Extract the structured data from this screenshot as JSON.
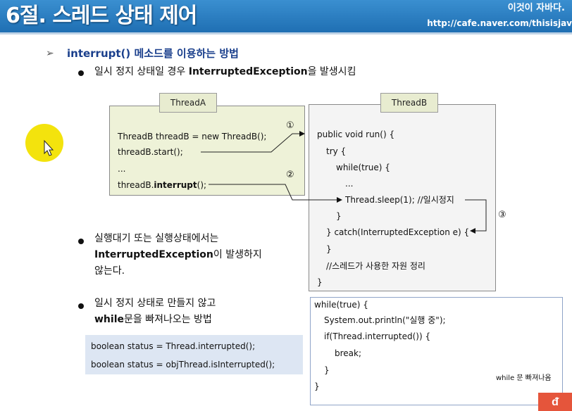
{
  "header": {
    "title": "6절. 스레드 상태 제어",
    "tagline": "이것이 자바다.",
    "url": "http://cafe.naver.com/thisisjav"
  },
  "heading": {
    "arrow": "➢",
    "text": "interrupt() 메소드를 이용하는 방법"
  },
  "bullet1": {
    "pre": "일시 정지 상태일 경우 ",
    "bold": "InterruptedException",
    "post": "을 발생시킴"
  },
  "threadA": {
    "label": "ThreadA",
    "lines": [
      "ThreadB threadB = new ThreadB();",
      "threadB.start();",
      "..."
    ],
    "interrupt_pre": "threadB.",
    "interrupt_bold": "interrupt",
    "interrupt_post": "();"
  },
  "threadB": {
    "label": "ThreadB",
    "lines": [
      "public void run() {",
      "try {",
      "while(true) {",
      "...",
      "Thread.sleep(1);  //일시정지",
      "}",
      "} catch(InterruptedException  e) {",
      "}",
      "//스레드가 사용한 자원 정리",
      "}"
    ]
  },
  "markers": {
    "one": "①",
    "two": "②",
    "three": "③"
  },
  "bullet2": {
    "line1": "실행대기 또는 실행상태에서는",
    "line2_bold": "InterruptedException",
    "line2_post": "이 발생하지",
    "line3": "않는다."
  },
  "bullet3": {
    "line1": "일시 정지 상태로 만들지 않고",
    "line2_bold": "while",
    "line2_post": "문을 빠져나오는 방법"
  },
  "status_code": [
    "boolean status = Thread.interrupted();",
    "boolean status = objThread.isInterrupted();"
  ],
  "while_code": [
    "while(true) {",
    "System.out.println(\"실행  중\");",
    "if(Thread.interrupted()) {",
    "break;",
    "}",
    "}"
  ],
  "while_exit_label": "while 문  빠져나옴",
  "logo_text": "ᵭ",
  "colors": {
    "header_bg": "#2a7fc4",
    "heading_text": "#1a3f8c",
    "cursor_highlight": "#f2e200"
  }
}
